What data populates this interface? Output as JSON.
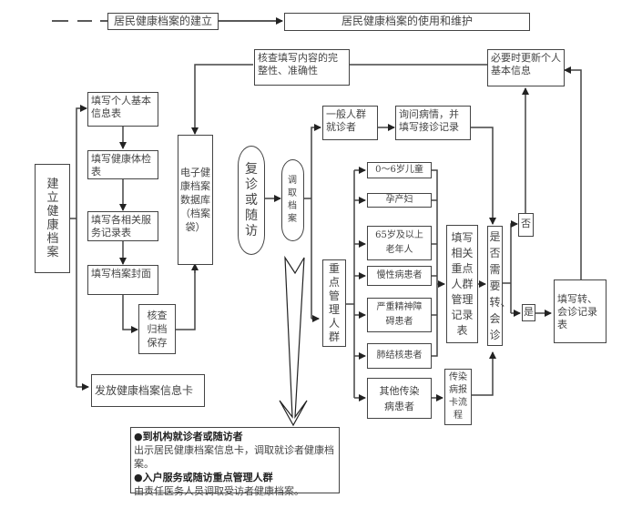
{
  "header": {
    "legend_establish": "居民健康档案的建立",
    "legend_use": "居民健康档案的使用和维护"
  },
  "establish": {
    "main": "建立健康档案",
    "step1": "填写个人基本信息表",
    "step2": "填写健康体检表",
    "step3": "填写各相关服务记录表",
    "step4": "填写档案封面",
    "archive": "核查归档保存",
    "card": "发放健康档案信息卡",
    "database": "电子健康档案数据库（档案袋）"
  },
  "use": {
    "check": "核查填写内容的完整性、准确性",
    "update": "必要时更新个人基本信息",
    "revisit": "复诊或随访",
    "retrieve": "调取档案",
    "general": "一般人群就诊者",
    "inquire": "询问病情，并填写接诊记录",
    "key_group": "重点管理人群",
    "groups": [
      "0～6岁儿童",
      "孕产妇",
      "65岁及以上老年人",
      "慢性病患者",
      "严重精神障碍患者",
      "肺结核患者",
      "其他传染病患者"
    ],
    "key_record": "填写相关重点人群管理记录表",
    "infectious_report": "传染病报卡流程",
    "decision": "是否需要转、会诊",
    "no": "否",
    "yes": "是",
    "referral_record": "填写转、会诊记录表"
  },
  "note": {
    "title1": "●到机构就诊者或随访者",
    "text1": "出示居民健康档案信息卡，调取就诊者健康档案。",
    "title2": "●入户服务或随访重点管理人群",
    "text2": "由责任医务人员调取受访者健康档案。"
  }
}
